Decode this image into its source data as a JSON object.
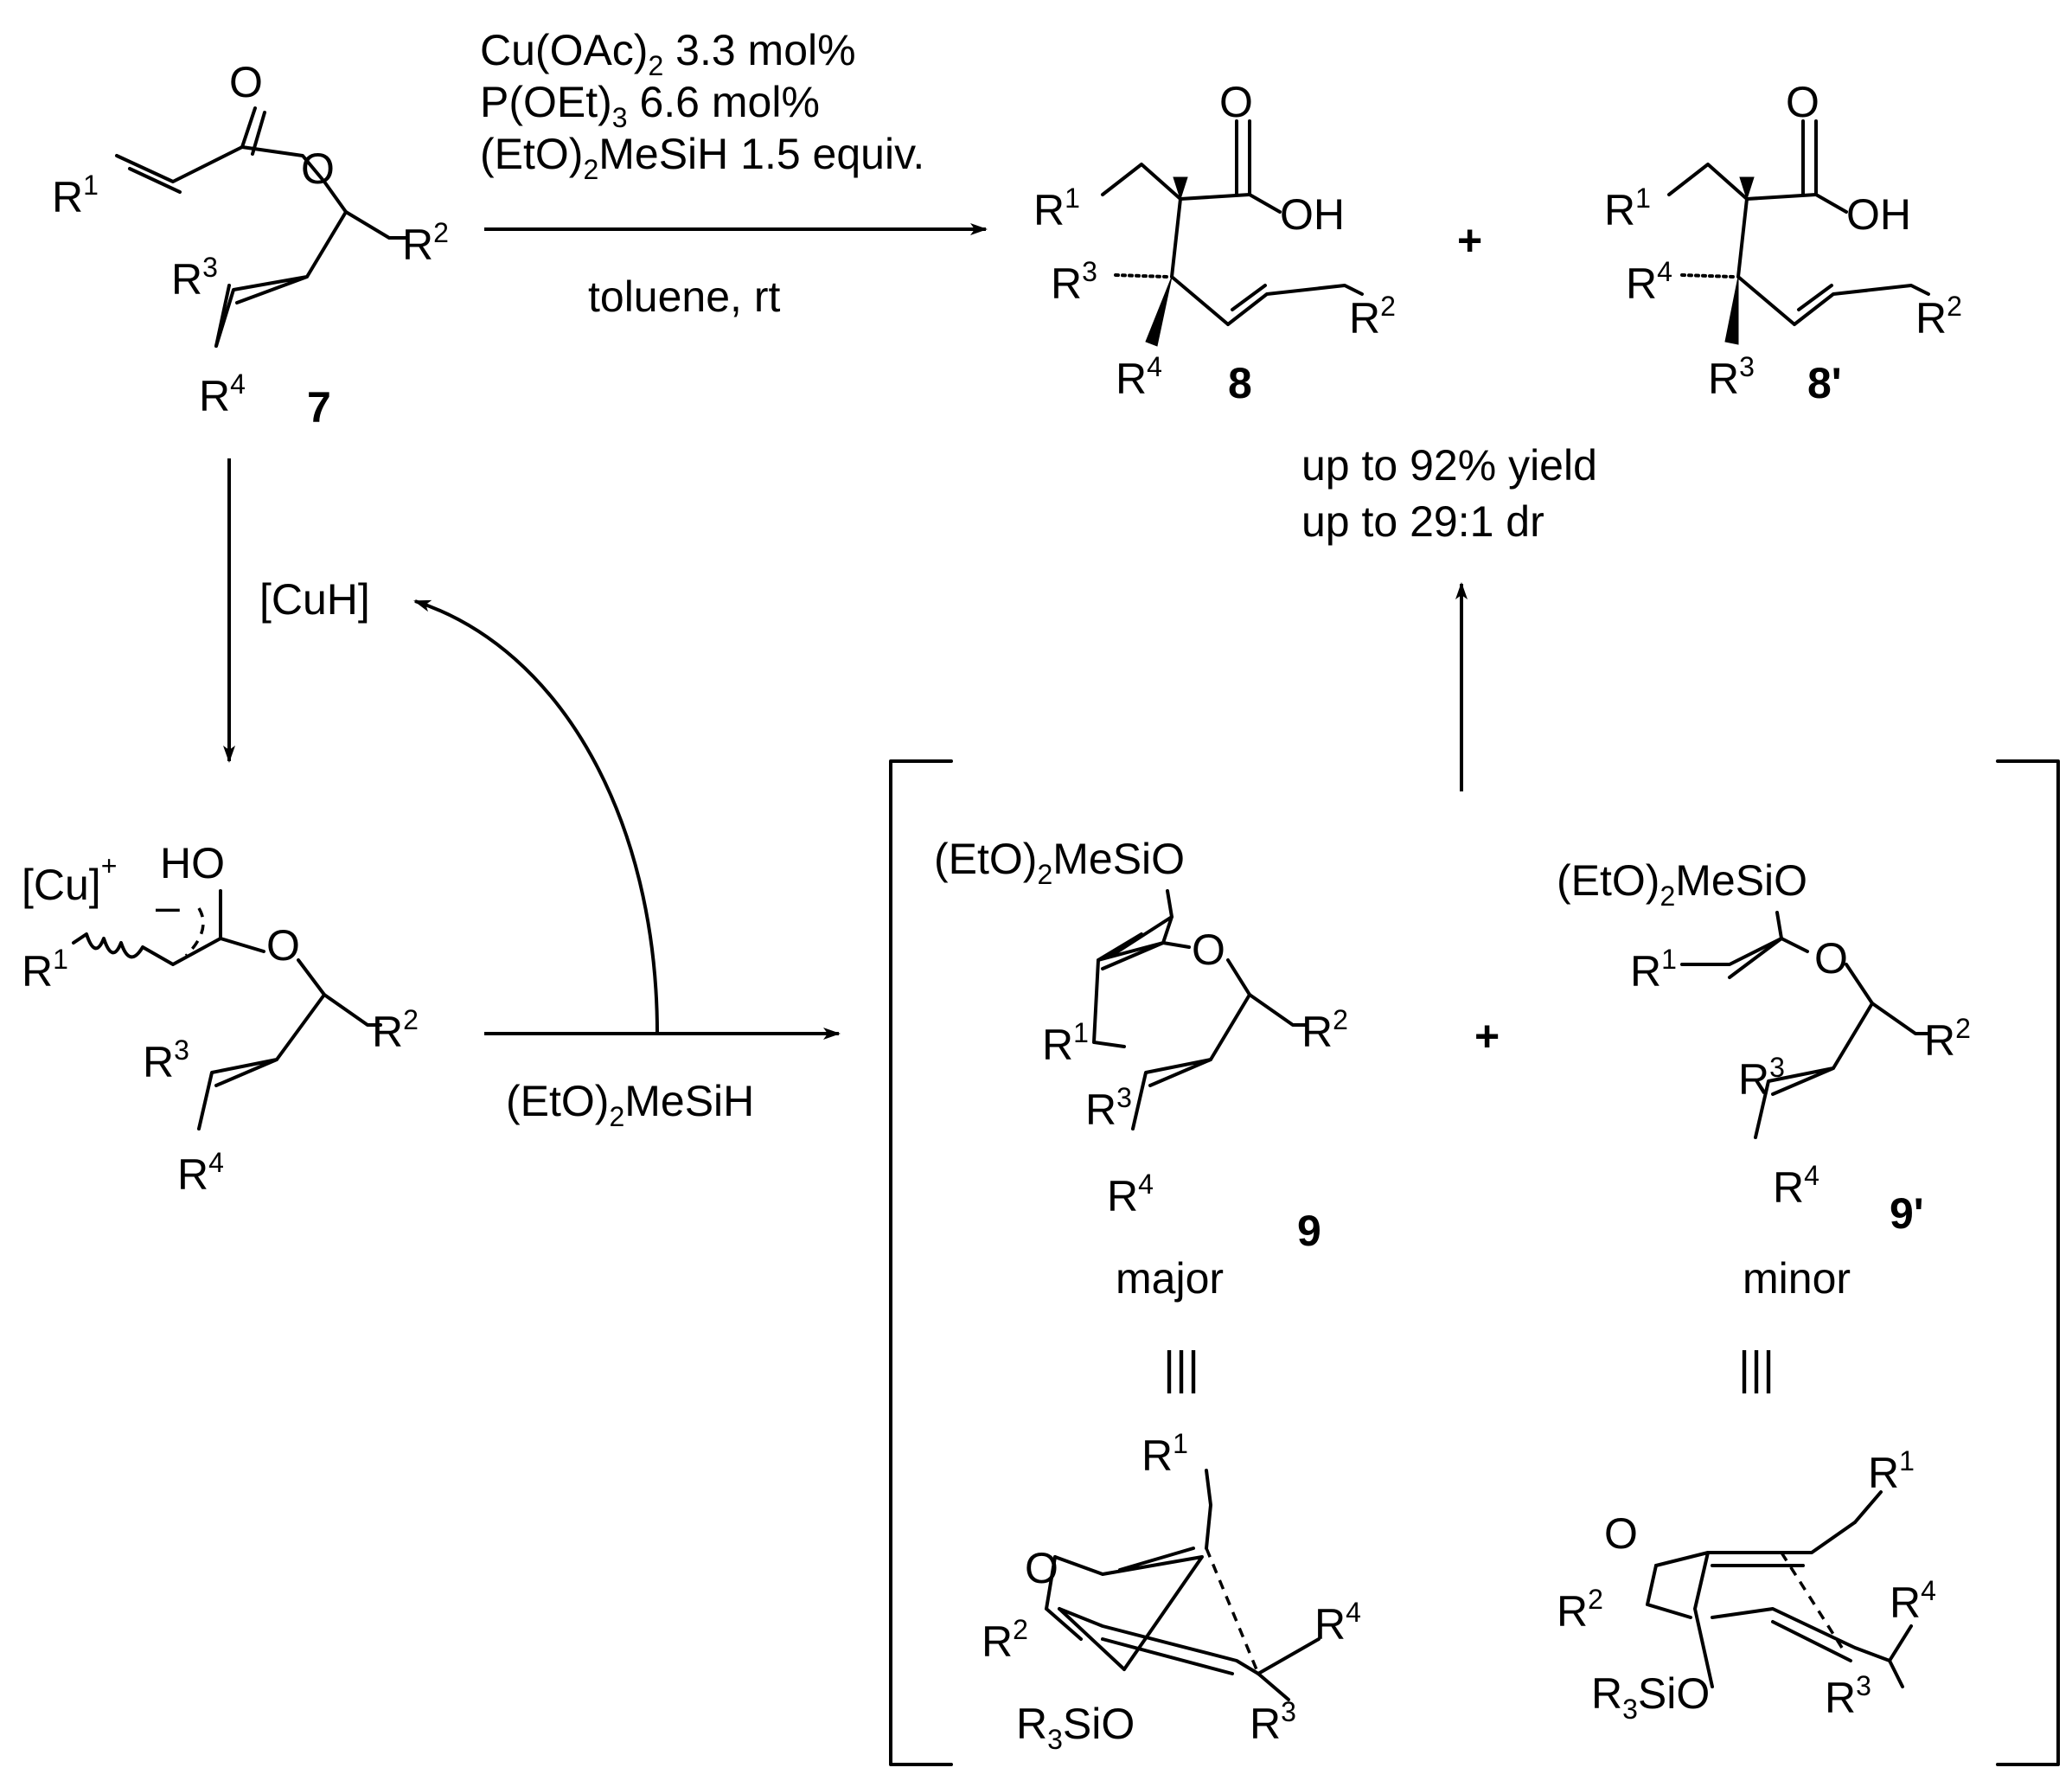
{
  "reaction_conditions": {
    "reagent1": "Cu(OAc)",
    "reagent1_sub": "2",
    "reagent1_amt": " 3.3 mol%",
    "reagent2": "P(OEt)",
    "reagent2_sub": "3",
    "reagent2_amt": " 6.6 mol%",
    "reagent3a": "(EtO)",
    "reagent3_sub": "2",
    "reagent3b": "MeSiH 1.5 equiv.",
    "solvent": "toluene, rt"
  },
  "compound_labels": {
    "c7": "7",
    "c8": "8",
    "c8p": "8'",
    "c9": "9",
    "c9p": "9'"
  },
  "atoms": {
    "O": "O",
    "OH": "OH",
    "HO": "HO",
    "R": "R",
    "R3Si": "R",
    "R3Si_sub": "3",
    "SiO": "SiO",
    "sup1": "1",
    "sup2": "2",
    "sup3": "3",
    "sup4": "4",
    "plus_sup": "+",
    "minus": "–",
    "cu": "[Cu]",
    "silyl_a": "(EtO)",
    "silyl_sub": "2",
    "silyl_b": "MeSiO"
  },
  "results": {
    "yield": "up to 92% yield",
    "dr": "up to 29:1 dr"
  },
  "catalyst": "[CuH]",
  "silane": {
    "a": "(EtO)",
    "sub": "2",
    "b": "MeSiH"
  },
  "plus_sign": "+",
  "intermediates": {
    "major": "major",
    "minor": "minor",
    "equiv_symbol": "|||"
  }
}
